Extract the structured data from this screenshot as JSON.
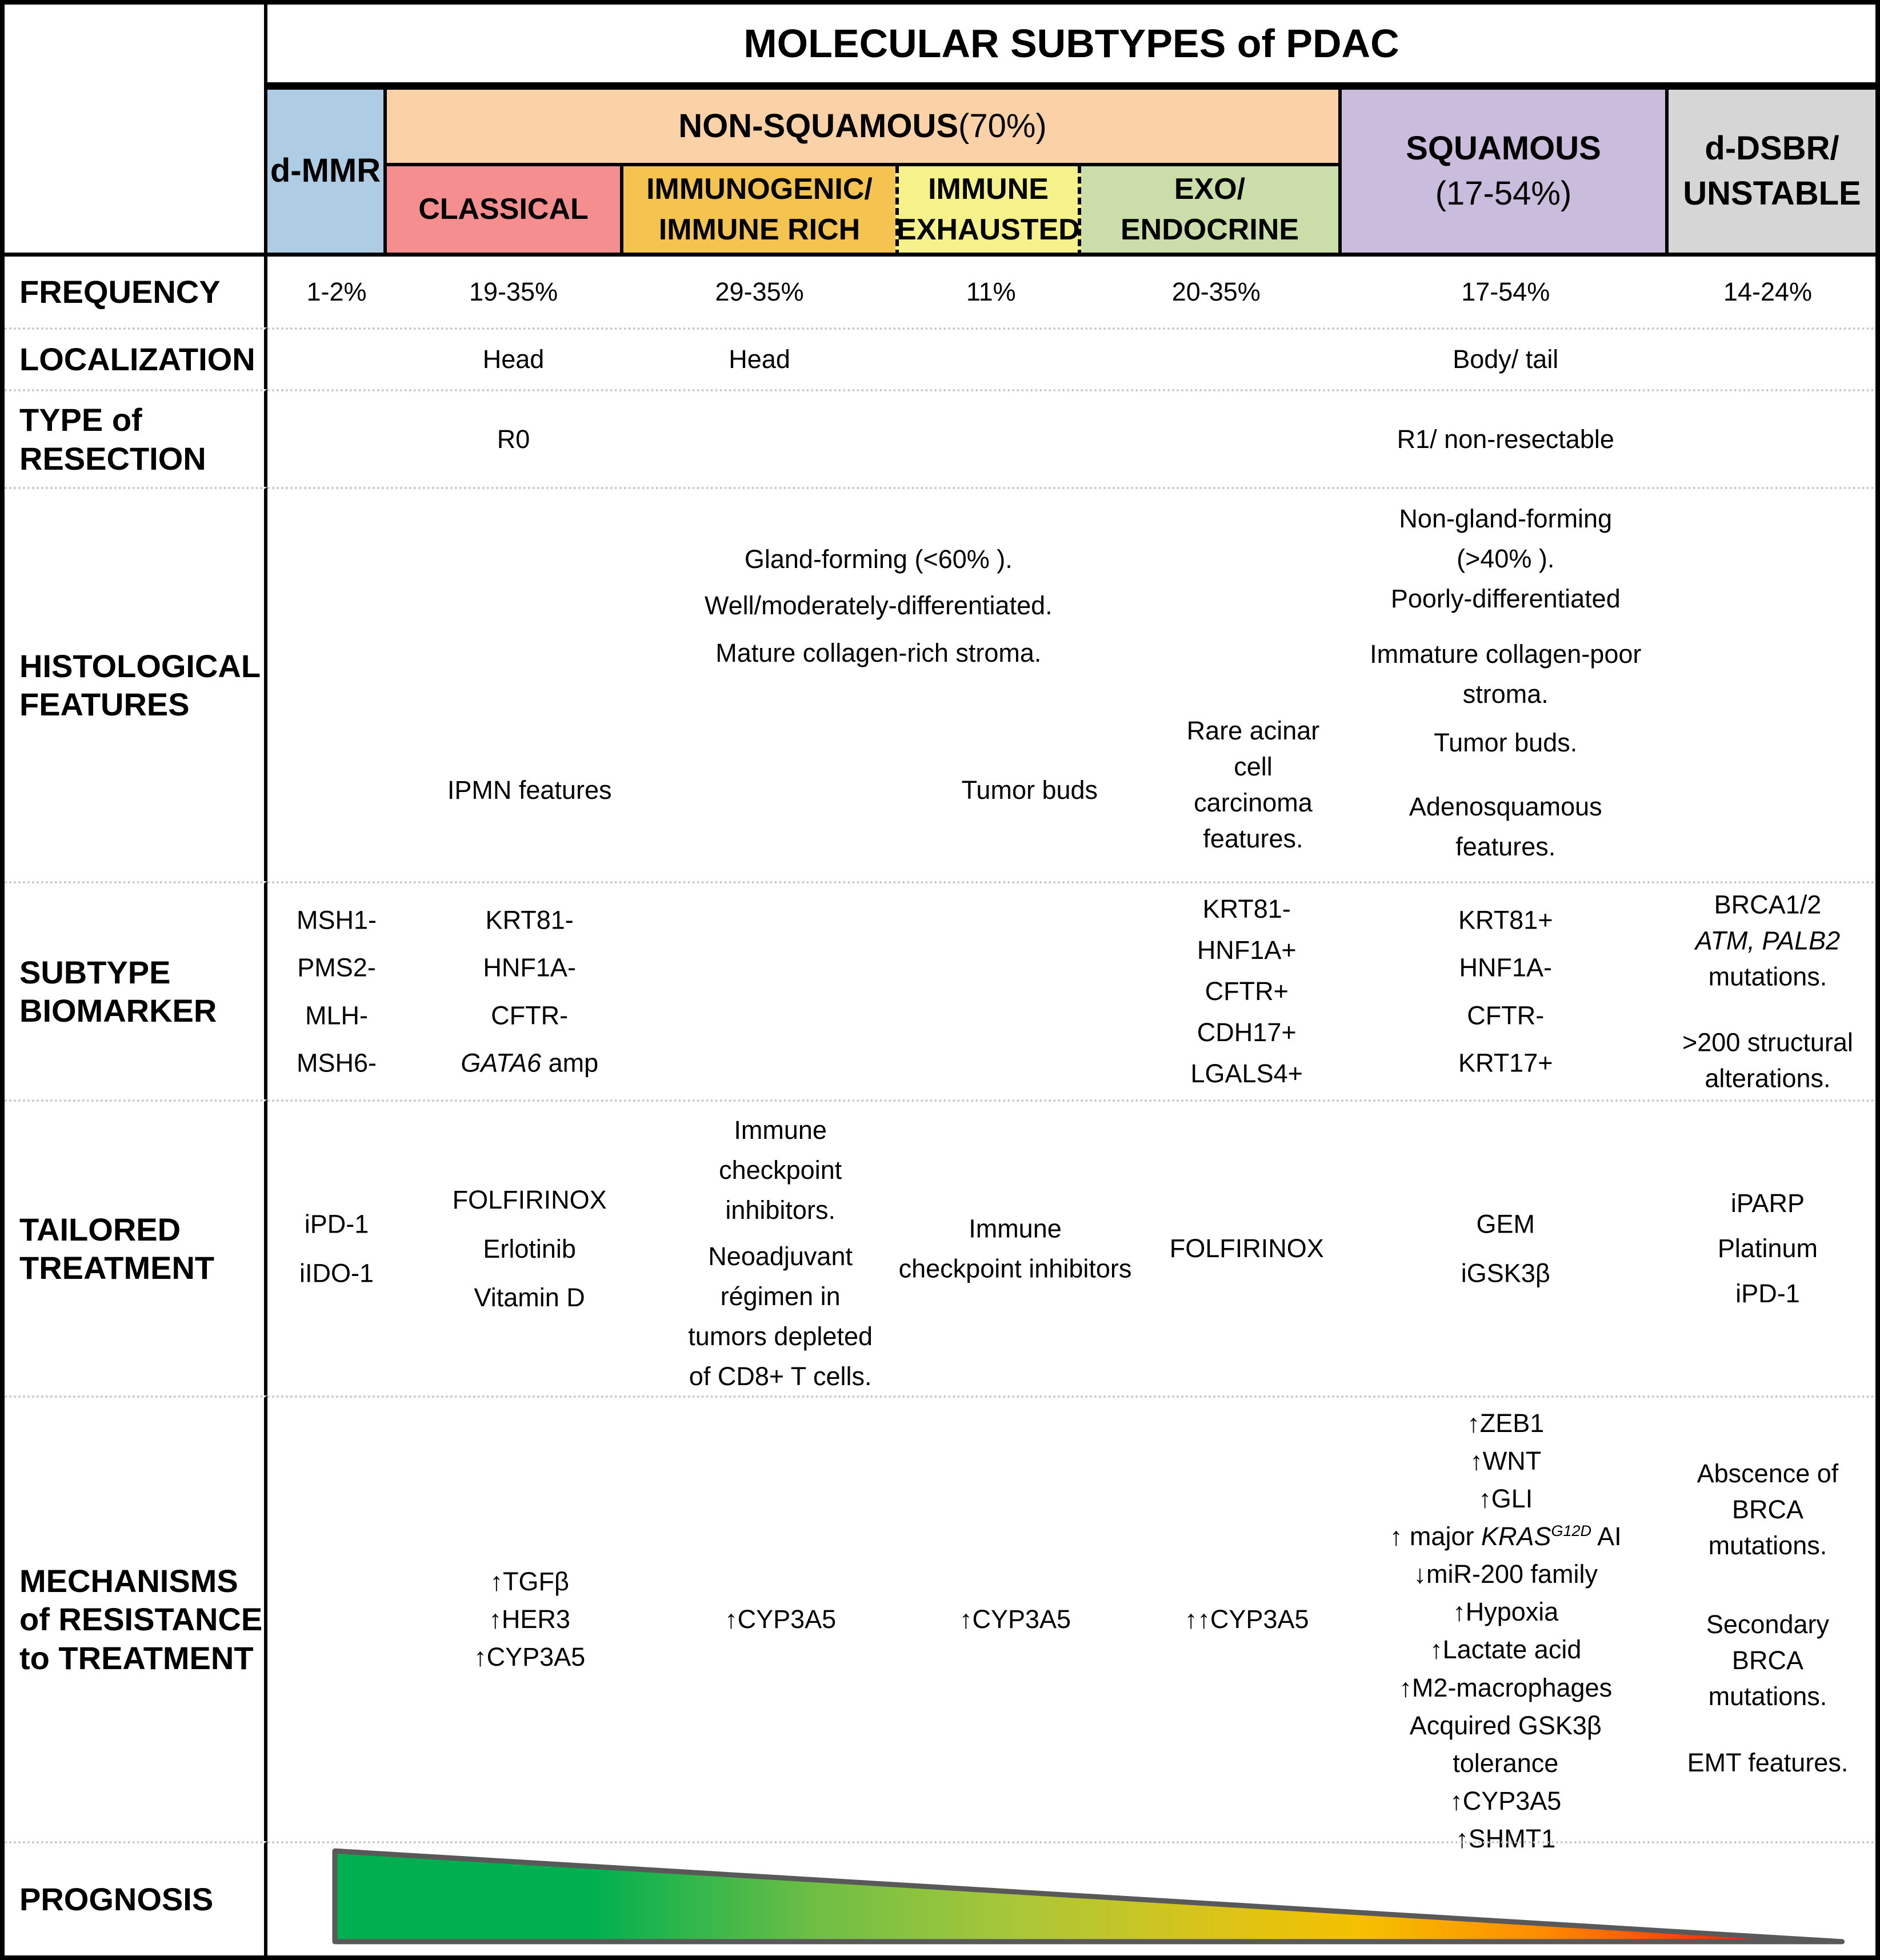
{
  "title": "MOLECULAR SUBTYPES of PDAC",
  "header": {
    "d_mmr": "d-MMR",
    "non_squamous": {
      "name": "NON-SQUAMOUS",
      "pct": " (70%)"
    },
    "classical": "CLASSICAL",
    "immunogenic": [
      "IMMUNOGENIC/",
      "IMMUNE RICH"
    ],
    "exhausted": [
      "IMMUNE",
      "EXHAUSTED"
    ],
    "exo": [
      "EXO/",
      "ENDOCRINE"
    ],
    "squamous": {
      "name": "SQUAMOUS",
      "pct": "(17-54%)"
    },
    "dsbr": [
      "d-DSBR/",
      "UNSTABLE"
    ]
  },
  "labels": {
    "frequency": "FREQUENCY",
    "localization": "LOCALIZATION",
    "resection": [
      "TYPE of",
      "RESECTION"
    ],
    "histology": [
      "HISTOLOGICAL",
      "FEATURES"
    ],
    "biomarker": [
      "SUBTYPE",
      "BIOMARKER"
    ],
    "treatment": [
      "TAILORED",
      "TREATMENT"
    ],
    "mechanisms": [
      "MECHANISMS",
      "of RESISTANCE",
      "to TREATMENT"
    ],
    "prognosis": "PROGNOSIS"
  },
  "frequency": [
    "1-2%",
    "19-35%",
    "29-35%",
    "11%",
    "20-35%",
    "17-54%",
    "14-24%"
  ],
  "localization": {
    "classical": "Head",
    "immunogenic": "Head",
    "squamous": "Body/ tail"
  },
  "resection": {
    "classical": "R0",
    "squamous": "R1/ non-resectable"
  },
  "histology": {
    "nonsq_top": [
      "Gland-forming (<60% ).",
      "Well/moderately-differentiated."
    ],
    "nonsq_stroma": "Mature collagen-rich stroma.",
    "classical_lower": "IPMN features",
    "exhausted_lower": "Tumor buds",
    "exo_lower": [
      "Rare acinar",
      "cell",
      "carcinoma",
      "features."
    ],
    "squamous_top": [
      "Non-gland-forming",
      "(>40% ).",
      "Poorly-differentiated"
    ],
    "squamous_stroma": [
      "Immature collagen-poor",
      "stroma."
    ],
    "squamous_buds": "Tumor buds.",
    "squamous_adeno": [
      "Adenosquamous",
      "features."
    ]
  },
  "biomarker": {
    "dmmr": [
      "MSH1-",
      "PMS2-",
      "MLH-",
      "MSH6-"
    ],
    "classical": [
      "KRT81-",
      "HNF1A-",
      "CFTR-"
    ],
    "classical_italic": "GATA6",
    "classical_suffix": " amp",
    "exo": [
      "KRT81-",
      "HNF1A+",
      "CFTR+",
      "CDH17+",
      "LGALS4+"
    ],
    "squamous": [
      "KRT81+",
      "HNF1A-",
      "CFTR-",
      "KRT17+"
    ],
    "dsbr_line1": "BRCA1/2",
    "dsbr_italic": "ATM, PALB2",
    "dsbr_line3": "mutations.",
    "dsbr_block2": [
      ">200 structural",
      "alterations."
    ]
  },
  "treatment": {
    "dmmr": [
      "iPD-1",
      "iIDO-1"
    ],
    "classical": [
      "FOLFIRINOX",
      "Erlotinib",
      "Vitamin D"
    ],
    "immunogenic_1": [
      "Immune",
      "checkpoint",
      "inhibitors."
    ],
    "immunogenic_2": [
      "Neoadjuvant",
      "régimen in",
      "tumors depleted",
      "of CD8+ T cells."
    ],
    "exhausted": [
      "Immune",
      "checkpoint inhibitors"
    ],
    "exo": "FOLFIRINOX",
    "squamous": [
      "GEM",
      "iGSK3β"
    ],
    "dsbr": [
      "iPARP",
      "Platinum",
      "iPD-1"
    ]
  },
  "mechanisms": {
    "classical": [
      "↑TGFβ",
      "↑HER3",
      "↑CYP3A5"
    ],
    "immunogenic": "↑CYP3A5",
    "exhausted": "↑CYP3A5",
    "exo": "↑↑CYP3A5",
    "squamous_pre": [
      "↑ZEB1",
      "↑WNT",
      "↑GLI"
    ],
    "kras_prefix": "↑ major ",
    "kras_italic": "KRAS",
    "kras_sup": "G12D",
    "kras_suffix": " AI",
    "squamous_post": [
      "↓miR-200 family",
      "↑Hypoxia",
      "↑Lactate acid",
      "↑M2-macrophages",
      "Acquired GSK3β",
      "tolerance",
      "↑CYP3A5",
      "↑SHMT1"
    ],
    "dsbr_1": [
      "Abscence of",
      "BRCA",
      "mutations."
    ],
    "dsbr_2": [
      "Secondary",
      "BRCA",
      "mutations."
    ],
    "dsbr_3": "EMT features."
  },
  "prognosis": {
    "gradient_from": "#00B050",
    "gradient_mid": "#FFC000",
    "gradient_to": "#FF0000",
    "border": "#595959"
  },
  "colors": {
    "d_mmr": "#AFCCE5",
    "non_squamous": "#FBD1A7",
    "classical": "#F58F8F",
    "immunogenic": "#F5C34F",
    "exhausted": "#F6F28B",
    "exo": "#CBDDA8",
    "squamous": "#C9BCDC",
    "dsbr": "#D6D6D6"
  }
}
